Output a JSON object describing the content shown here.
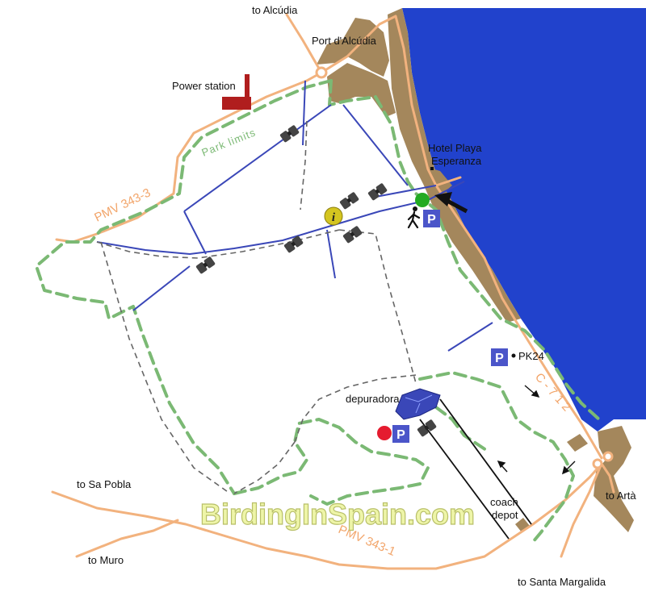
{
  "labels": {
    "to_alcudia": "to Alcúdia",
    "port_alcudia": "Port d'Alcúdia",
    "power_station": "Power station",
    "park_limits": "Park limits",
    "hotel_line1": "Hotel Playa",
    "hotel_line2": "Esperanza",
    "pmv_343_3": "PMV 343-3",
    "pk24": "PK24",
    "c712": "C - 7 1 2",
    "depuradora": "depuradora",
    "to_sa_pobla": "to Sa Pobla",
    "to_muro": "to Muro",
    "pmv_343_1": "PMV 343-1",
    "coach": "coach",
    "depot": "depot",
    "to_arta": "to Artà",
    "to_santa_margalida": "to Santa Margalida",
    "watermark": "BirdingInSpain.com"
  },
  "markers": {
    "parking_symbol": "P",
    "info_symbol": "i"
  },
  "colors": {
    "sea": "#2142cc",
    "land": "#a4875c",
    "road": "#f2b27e",
    "park_boundary": "#7bb974",
    "canal": "#3a47b8",
    "footpath": "#666666",
    "parking": "#4b55c9",
    "info": "#d4c520",
    "start_marker": "#22aa22",
    "end_marker": "#e51b2f",
    "power_station": "#b01e1e"
  },
  "icons": [
    "binoculars-icon",
    "walker-icon",
    "arrow-icon",
    "info-icon",
    "parking-icon"
  ]
}
